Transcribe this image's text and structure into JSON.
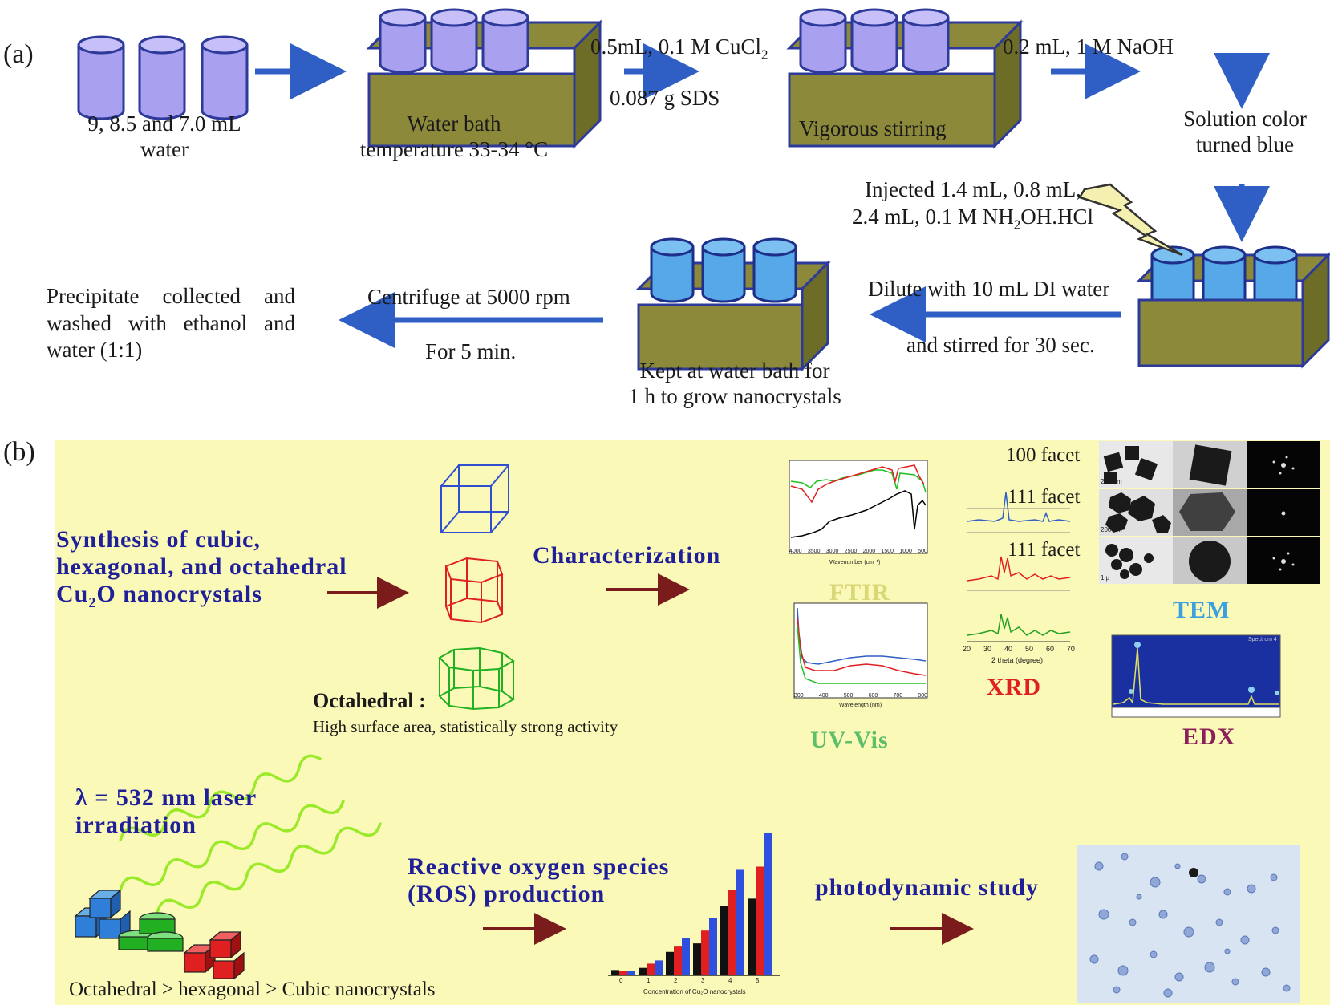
{
  "panel_a": {
    "label": "(a)",
    "water_caption": [
      "9, 8.5 and 7.0 mL",
      "water"
    ],
    "bath_caption": [
      "Water bath",
      "temperature 33-34 °C"
    ],
    "cucl2_line1": "0.5mL, 0.1 M CuCl",
    "cucl2_sub": "2",
    "sds": "0.087 g SDS",
    "stirring": "Vigorous stirring",
    "naoh": "0.2 mL, 1 M NaOH",
    "blue_caption": [
      "Solution color",
      "turned blue"
    ],
    "inject_line1": "Injected 1.4 mL, 0.8 mL,",
    "inject_line2a": "2.4 mL, 0.1 M NH",
    "inject_line2_sub": "2",
    "inject_line2b": "OH.HCl",
    "dilute_top": "Dilute with 10 mL DI water",
    "dilute_bottom": "and stirred for 30 sec.",
    "kept_caption": [
      "Kept at water bath for",
      "1 h to grow nanocrystals"
    ],
    "centrifuge_top": "Centrifuge at 5000 rpm",
    "centrifuge_bottom": "For 5 min.",
    "precipitate": [
      "Precipitate collected and",
      "washed with ethanol and",
      "water (1:1)"
    ]
  },
  "panel_b": {
    "label": "(b)",
    "synthesis_line1": "Synthesis of cubic,",
    "synthesis_line2": "hexagonal, and octahedral",
    "synthesis_line3a": "Cu",
    "synthesis_line3_sub": "2",
    "synthesis_line3b": "O nanocrystals",
    "characterization": "Characterization",
    "octahedral_title": "Octahedral :",
    "octahedral_desc": "High surface area,  statistically strong activity",
    "ftir": "FTIR",
    "uvvis": "UV-Vis",
    "xrd": "XRD",
    "tem": "TEM",
    "edx": "EDX",
    "facet_100": "100 facet",
    "facet_111a": "111 facet",
    "facet_111b": "111 facet",
    "ftir_xlabel": "Wavenumber (cm⁻¹)",
    "ftir_ticks": [
      "4000",
      "3500",
      "3000",
      "2500",
      "2000",
      "1500",
      "1000",
      "500"
    ],
    "uv_xlabel": "Wavelength (nm)",
    "uv_ticks": [
      "300",
      "400",
      "500",
      "600",
      "700",
      "800"
    ],
    "xrd_xlabel": "2 theta (degree)",
    "xrd_ticks": [
      "20",
      "30",
      "40",
      "50",
      "60",
      "70"
    ],
    "tem_scale1": "200 nm",
    "tem_scale2": "200 nm",
    "tem_scale3": "1 µ",
    "edx_label": "Spectrum 4",
    "laser_line1": "λ = 532 nm  laser",
    "laser_line2": "irradiation",
    "ros_line1": "Reactive oxygen species",
    "ros_line2": "(ROS) production",
    "photodynamic": "photodynamic study",
    "order_caption": "Octahedral > hexagonal > Cubic nanocrystals",
    "ros_xlabel": "Concentration of Cu₂O nanocrystals",
    "ros_ticks": [
      "0",
      "1",
      "2",
      "3",
      "4",
      "5"
    ]
  },
  "colors": {
    "arrow_blue": "#2f5fc4",
    "beaker_purple": "#a9a0f0",
    "beaker_blue": "#57a8e8",
    "bath_olive": "#8c8a3a",
    "panel_b_bg": "#fbf9b8",
    "title_navy": "#1f1f9a",
    "maroon_arrow": "#7a1c1c",
    "ftir_label": "#d8d879",
    "uvvis_label": "#5dbf6a",
    "xrd_label": "#e02020",
    "tem_label": "#3aa0e0",
    "edx_label": "#8a1f5a"
  },
  "ros_chart": {
    "type": "bar",
    "categories": [
      "0",
      "1",
      "2",
      "3",
      "4",
      "5"
    ],
    "series": [
      {
        "name": "black",
        "values": [
          0.5,
          0.7,
          2.2,
          3.0,
          6.5,
          7.2
        ]
      },
      {
        "name": "red",
        "values": [
          0.4,
          1.1,
          2.7,
          4.2,
          8.0,
          10.2
        ]
      },
      {
        "name": "blue",
        "values": [
          0.4,
          1.4,
          3.5,
          5.4,
          9.9,
          13.4
        ]
      }
    ]
  }
}
